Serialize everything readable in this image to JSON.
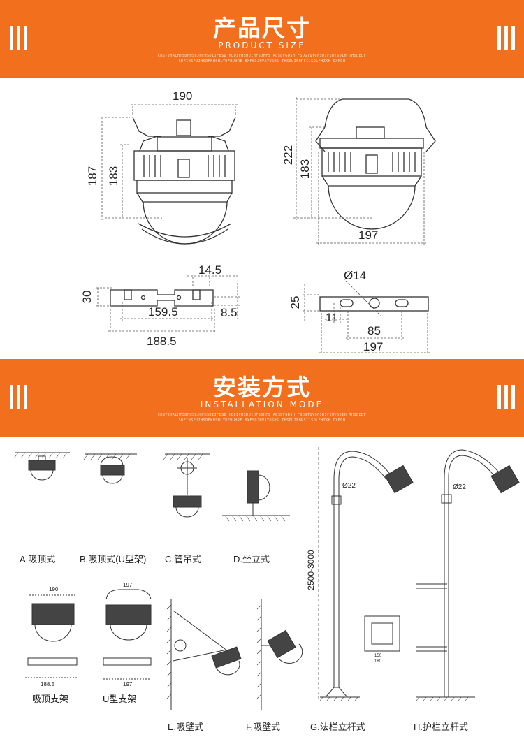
{
  "section1": {
    "title": "产品尺寸",
    "subtitle": "PRODUCT SIZE",
    "filler_text": "CRSTJHALHTSDFHSBJHFHSDIJFBSD HDDIFHSDUIHFSDHFS ADSDFGDSH FSDGTUYGFSDIFIUYSDIH THSDEDF SDFIHSFUIHSDFKHSHLYDFHUHRE BXFSDJHVAYUSHS THSDUIFHRSIJSDLFHZKH DXFDH"
  },
  "section2": {
    "title": "安装方式",
    "subtitle": "INSTALLATION MODE",
    "filler_text": "CRSTJHALHTSDFHSBJHFHSDIJFBSD HDDIFHSDUIHFSDHFS ADSDFGDSH FSDGTUYGFSDIFIUYSDIH THSDEDF SDFIHSFUIHSDFKHSHLYDFHUHRE BXFSDJHVAYUSHS THSDUIFHRSIJSDLFHZKH DXFDH"
  },
  "dimensions": {
    "left_width": "190",
    "left_height_outer": "187",
    "left_height_inner": "183",
    "right_height_outer": "222",
    "right_height_inner": "183",
    "right_width": "197",
    "bracket_height": "30",
    "bracket_slot": "14.5",
    "bracket_hole_span": "159.5",
    "bracket_hole_dia": "8.5",
    "bracket_total": "188.5",
    "u_height": "25",
    "u_hole": "Ø14",
    "u_offset": "11",
    "u_span": "85",
    "u_total": "197"
  },
  "install": {
    "label_a": "A.吸顶式",
    "label_b": "B.吸顶式(U型架)",
    "label_c": "C.管吊式",
    "label_d": "D.坐立式",
    "label_bracket1": "吸顶支架",
    "label_bracket2": "U型支架",
    "label_e": "E.吸壁式",
    "label_f": "F.吸壁式",
    "label_g": "G.法栏立杆式",
    "label_h": "H.护栏立杆式",
    "pole_height": "2500-3000",
    "pole_dia_g": "Ø22",
    "pole_dia_h": "Ø22",
    "g_plate_dim": "150",
    "g_plate_total": "180"
  },
  "colors": {
    "banner": "#f26f1e",
    "line": "#333333"
  }
}
